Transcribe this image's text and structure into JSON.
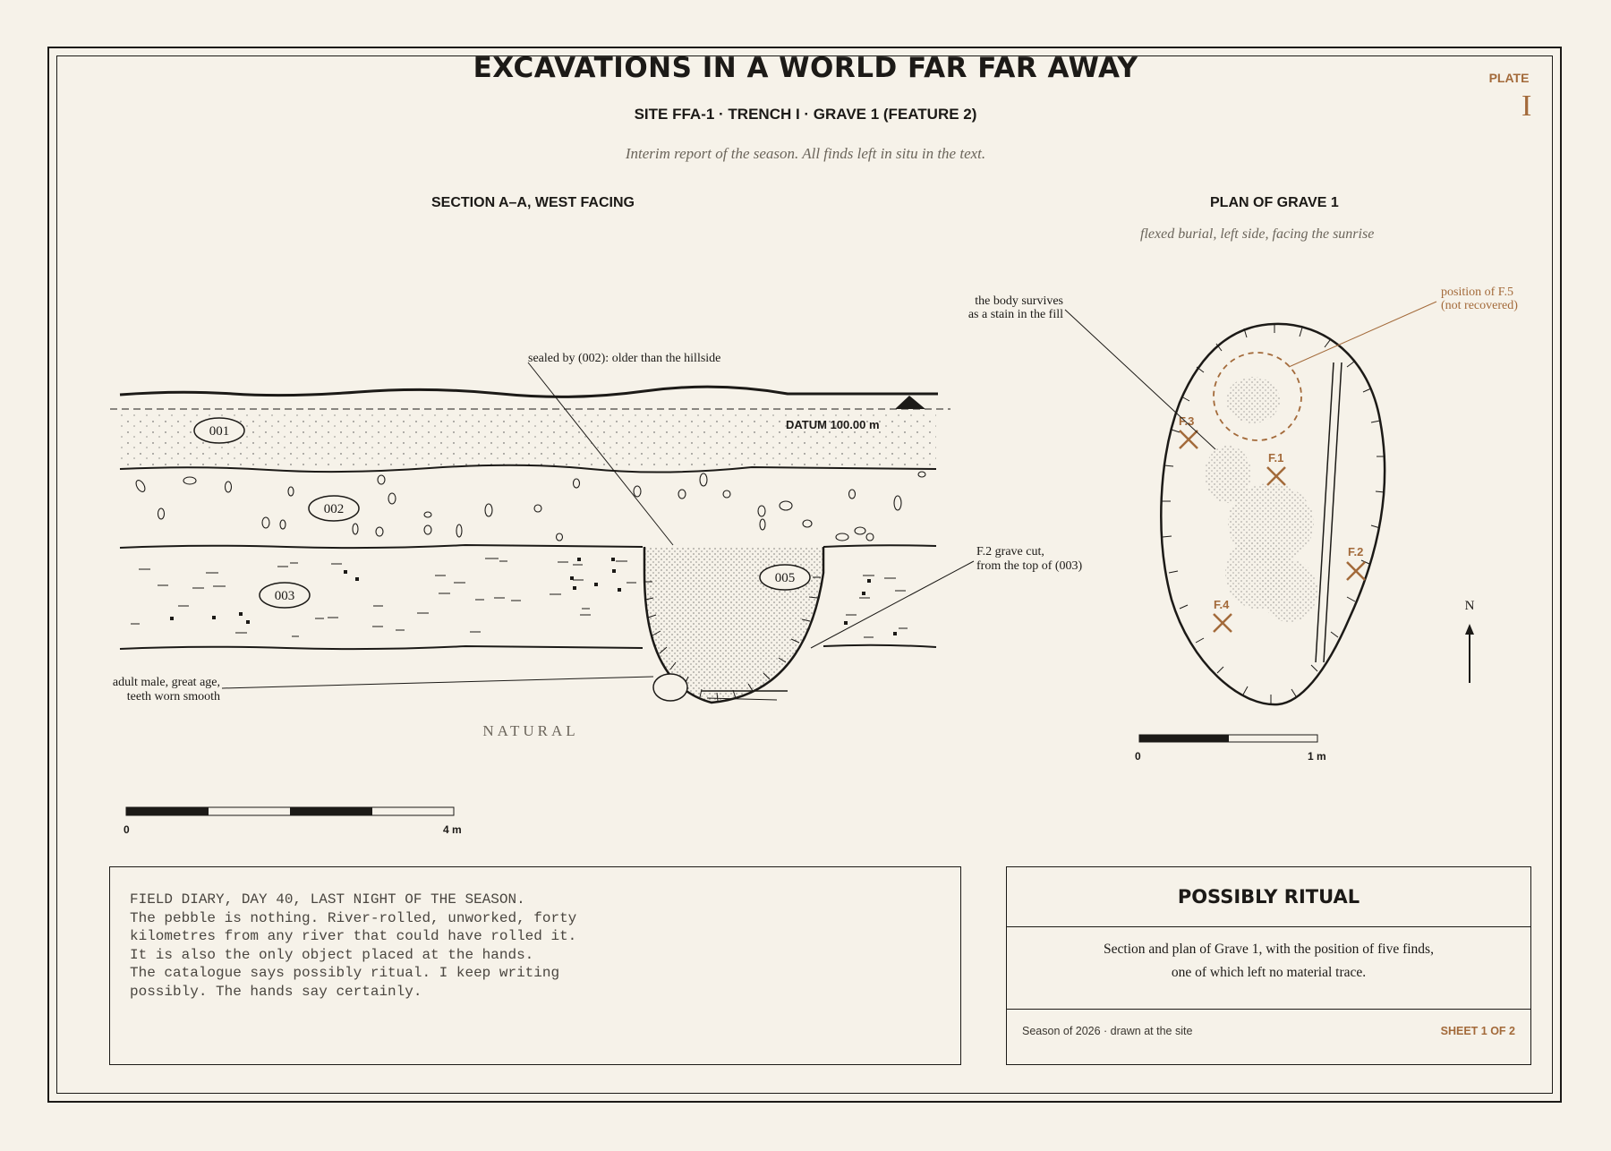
{
  "header": {
    "title": "EXCAVATIONS IN A WORLD FAR FAR AWAY",
    "subtitle": "SITE FFA-1 · TRENCH I · GRAVE 1 (FEATURE 2)",
    "tagline": "Interim report of the season. All finds left in situ in the text.",
    "plate_label": "PLATE",
    "plate_number": "I"
  },
  "section": {
    "heading": "SECTION A–A, WEST FACING",
    "layers": [
      "001",
      "002",
      "003",
      "005"
    ],
    "datum": "DATUM 100.00 m",
    "natural": "NATURAL",
    "annotations": {
      "sealed": "sealed by (002): older than the hillside",
      "grave_cut_1": "F.2 grave cut,",
      "grave_cut_2": "from the top of (003)",
      "burial_1": "adult male, great age,",
      "burial_2": "teeth worn smooth"
    },
    "scale": {
      "start": "0",
      "end": "4 m"
    }
  },
  "plan": {
    "heading": "PLAN OF GRAVE 1",
    "subheading": "flexed burial, left side, facing the sunrise",
    "annotations": {
      "body_1": "the body survives",
      "body_2": "as a stain in the fill",
      "f5_1": "position of F.5",
      "f5_2": "(not recovered)"
    },
    "finds": [
      "F.1",
      "F.2",
      "F.3",
      "F.4"
    ],
    "north": "N",
    "scale": {
      "start": "0",
      "end": "1 m"
    }
  },
  "diary": {
    "lines": [
      "FIELD DIARY, DAY 40, LAST NIGHT OF THE SEASON.",
      "The pebble is nothing. River-rolled, unworked, forty",
      "kilometres from any river that could have rolled it.",
      "It is also the only object placed at the hands.",
      "The catalogue says possibly ritual. I keep writing",
      "possibly. The hands say certainly."
    ]
  },
  "caption": {
    "title": "POSSIBLY RITUAL",
    "body_1": "Section and plan of Grave 1, with the position of five finds,",
    "body_2": "one of which left no material trace.",
    "footer_left": "Season of 2026 · drawn at the site",
    "footer_right": "SHEET 1 OF 2"
  },
  "colors": {
    "ink": "#1c1a17",
    "accent": "#a36a3a",
    "paper": "#f6f2e9"
  }
}
